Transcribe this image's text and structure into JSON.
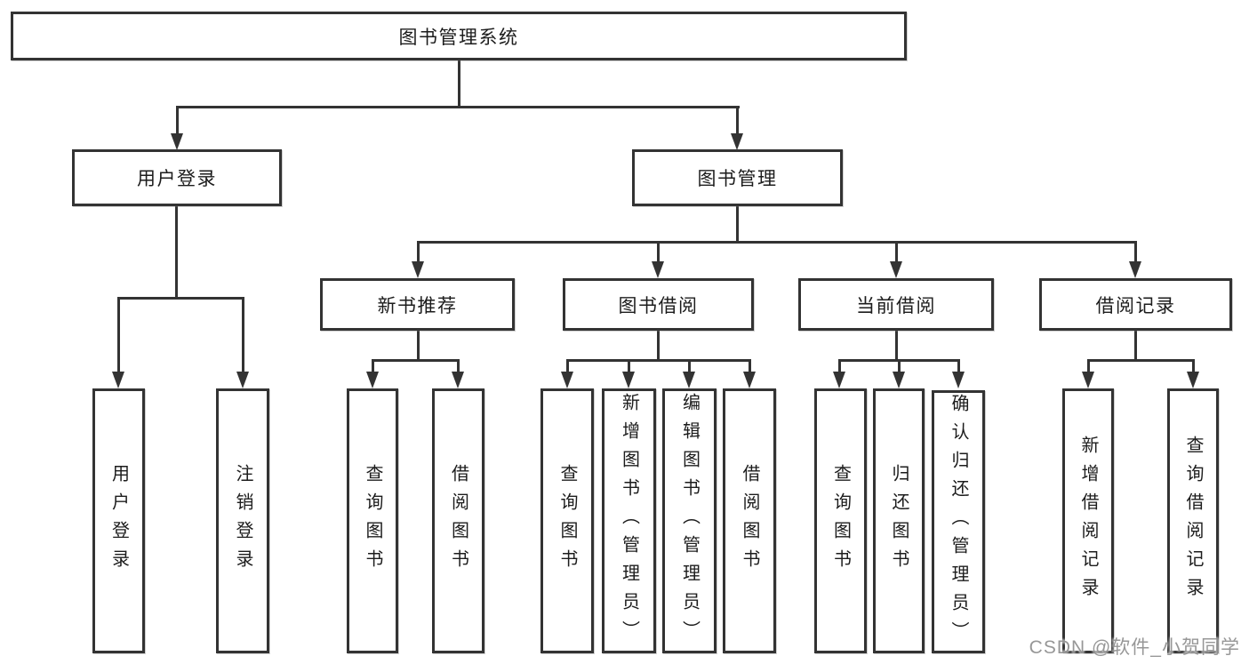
{
  "nodes": {
    "root": "图书管理系统",
    "user_login": "用户登录",
    "book_mgmt": "图书管理",
    "new_books": "新书推荐",
    "book_borrow": "图书借阅",
    "current_borrow": "当前借阅",
    "borrow_records": "借阅记录",
    "leaf_login": "用户登录",
    "leaf_logout": "注销登录",
    "leaf_nb_query": "查询图书",
    "leaf_nb_borrow": "借阅图书",
    "leaf_bw_query": "查询图书",
    "leaf_bw_add": "新增图书（管理员）",
    "leaf_bw_edit": "编辑图书（管理员）",
    "leaf_bw_borrow": "借阅图书",
    "leaf_cur_query": "查询图书",
    "leaf_cur_return": "归还图书",
    "leaf_cur_confirm": "确认归还（管理员）",
    "leaf_rec_add": "新增借阅记录",
    "leaf_rec_query": "查询借阅记录"
  },
  "watermark": "CSDN @软件_小贺同学",
  "colors": {
    "line": "#333333",
    "text": "#1c1c1c",
    "background": "#ffffff",
    "watermark": "#8c8c8c"
  }
}
